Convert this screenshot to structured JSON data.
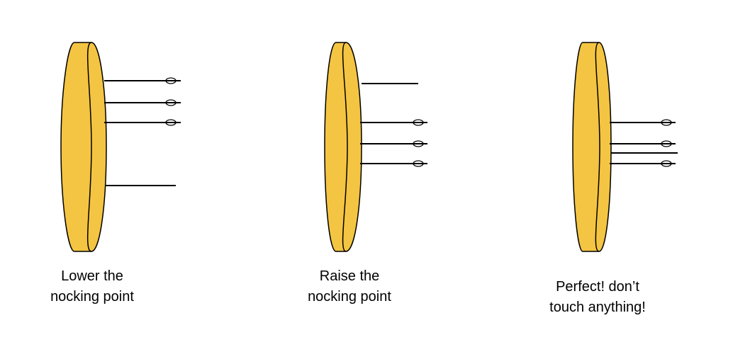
{
  "colors": {
    "target_face": "#F4C542",
    "outline": "#000000",
    "background": "#FFFFFF"
  },
  "panels": [
    {
      "caption_line1": "Lower the",
      "caption_line2": "nocking point",
      "arrows": 3,
      "reference_line": "below arrows"
    },
    {
      "caption_line1": "Raise the",
      "caption_line2": "nocking point",
      "arrows": 3,
      "reference_line": "above arrows"
    },
    {
      "caption_line1": "Perfect! don’t",
      "caption_line2": "touch anything!",
      "arrows": 3,
      "reference_line": "among arrows"
    }
  ]
}
